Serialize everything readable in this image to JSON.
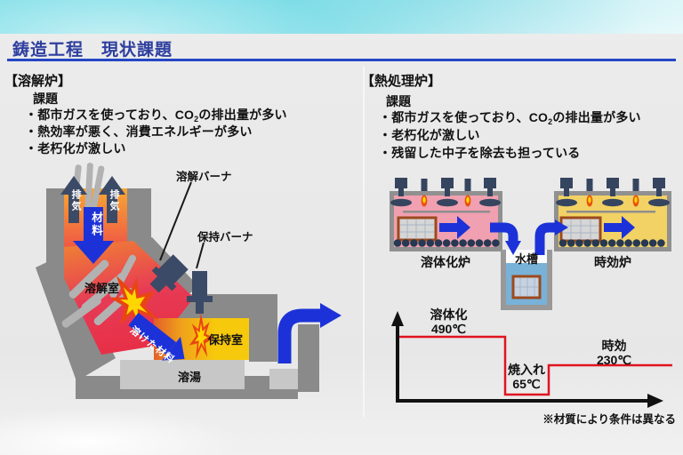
{
  "title": "鋳造工程　現状課題",
  "left_panel": {
    "heading": "【溶解炉】",
    "issues_title": "課題",
    "issues": [
      {
        "pre": "・都市ガスを使っており、CO",
        "sub": "2",
        "post": "の排出量が多い"
      },
      {
        "pre": "・熱効率が悪く、消費エネルギーが多い",
        "sub": "",
        "post": ""
      },
      {
        "pre": "・老朽化が激しい",
        "sub": "",
        "post": ""
      }
    ],
    "labels": {
      "exhaust": "排気",
      "exhaust2": "排気",
      "material": "材料",
      "melting_burner": "溶解バーナ",
      "holding_burner": "保持バーナ",
      "melting_chamber": "溶解室",
      "melted_material": "溶けた材料",
      "holding_chamber": "保持室",
      "molten_metal": "溶湯"
    }
  },
  "right_panel": {
    "heading": "【熱処理炉】",
    "issues_title": "課題",
    "issues": [
      {
        "pre": "・都市ガスを使っており、CO",
        "sub": "2",
        "post": "の排出量が多い"
      },
      {
        "pre": "・老朽化が激しい",
        "sub": "",
        "post": ""
      },
      {
        "pre": "・残留した中子を除去も担っている",
        "sub": "",
        "post": ""
      }
    ],
    "labels": {
      "solution_furnace": "溶体化炉",
      "water_tank": "水槽",
      "aging_furnace": "時効炉"
    }
  },
  "chart_data": {
    "type": "line",
    "style": "step temperature profile, red line, unlabeled black axes (x=time, y=temperature)",
    "steps": [
      {
        "label": "溶体化",
        "temp_label": "490℃",
        "value_c": 490
      },
      {
        "label": "焼入れ",
        "temp_label": "65℃",
        "value_c": 65
      },
      {
        "label": "時効",
        "temp_label": "230℃",
        "value_c": 230
      }
    ],
    "labels": {
      "solution_name": "溶体化",
      "solution_temp": "490℃",
      "quench_name": "焼入れ",
      "quench_temp": "65℃",
      "aging_name": "時効",
      "aging_temp": "230℃"
    },
    "note": "※材質により条件は異なる",
    "legend": "none",
    "grid": false
  },
  "colors": {
    "header_cyan": "#7edee8",
    "title_blue": "#2e3f9f",
    "rule_blue": "#2547c4",
    "body_gray": "#e8e8e8",
    "furnace_gray": "#8a8a8a",
    "dark_navy": "#3b4a66",
    "flow_blue": "#1c32d8",
    "hot_orange": "#f7a733",
    "hot_red": "#e73b55",
    "gold": "#f7c90c",
    "pink_interior": "#f0a0b0",
    "yellow_interior": "#f2d264",
    "water_blue": "#78b2d8",
    "chart_red": "#e01320",
    "flame_yellow": "#ffd600",
    "flame_red": "#e84512"
  }
}
